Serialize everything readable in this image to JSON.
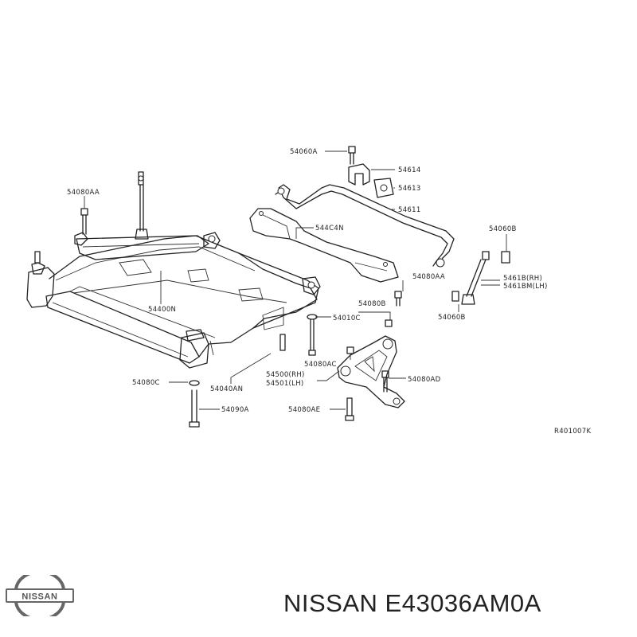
{
  "diagram": {
    "labels": [
      {
        "id": "l-54060A",
        "text": "54060A"
      },
      {
        "id": "l-54614",
        "text": "54614"
      },
      {
        "id": "l-54613",
        "text": "54613"
      },
      {
        "id": "l-54611",
        "text": "54611"
      },
      {
        "id": "l-54080AA-left",
        "text": "54080AA"
      },
      {
        "id": "l-544C4N",
        "text": "544C4N"
      },
      {
        "id": "l-54060B-top",
        "text": "54060B"
      },
      {
        "id": "l-54080AA-right",
        "text": "54080AA"
      },
      {
        "id": "l-5461B",
        "text": "5461B(RH)"
      },
      {
        "id": "l-5461BM",
        "text": "5461BM(LH)"
      },
      {
        "id": "l-54400N",
        "text": "54400N"
      },
      {
        "id": "l-54080B",
        "text": "54080B"
      },
      {
        "id": "l-54010C",
        "text": "54010C"
      },
      {
        "id": "l-54060B-bottom",
        "text": "54060B"
      },
      {
        "id": "l-54080AC",
        "text": "54080AC"
      },
      {
        "id": "l-54500",
        "text": "54500(RH)"
      },
      {
        "id": "l-54501",
        "text": "54501(LH)"
      },
      {
        "id": "l-54080AD",
        "text": "54080AD"
      },
      {
        "id": "l-54080C",
        "text": "54080C"
      },
      {
        "id": "l-54040AN",
        "text": "54040AN"
      },
      {
        "id": "l-54090A",
        "text": "54090A"
      },
      {
        "id": "l-54080AE",
        "text": "54080AE"
      },
      {
        "id": "l-ref",
        "text": "R401007K"
      }
    ]
  },
  "logo": {
    "text": "NISSAN"
  },
  "footer": {
    "part_number": "NISSAN E43036AM0A"
  }
}
